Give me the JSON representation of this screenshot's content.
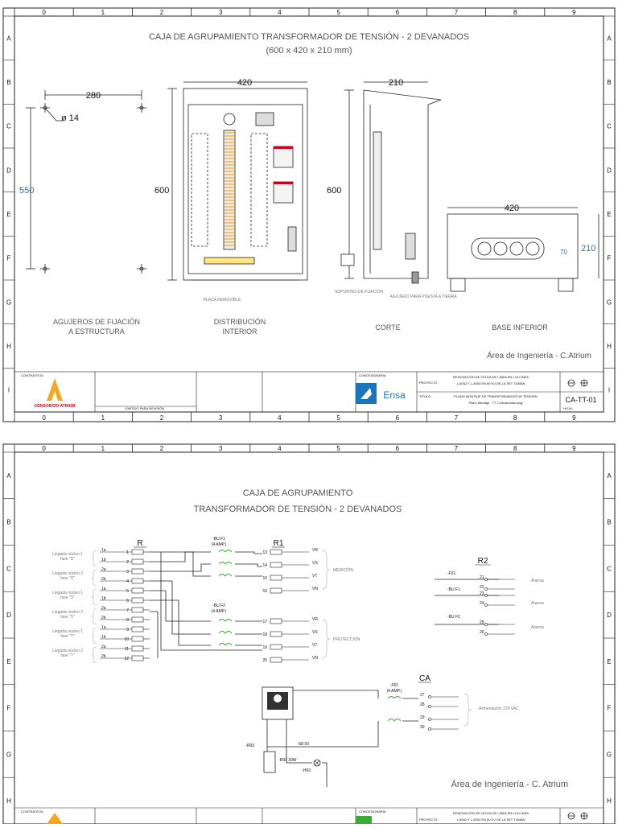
{
  "grid": {
    "columns": [
      "0",
      "1",
      "2",
      "3",
      "4",
      "5",
      "6",
      "7",
      "8",
      "9"
    ],
    "rows": [
      "A",
      "B",
      "C",
      "D",
      "E",
      "F",
      "G",
      "H",
      "I"
    ]
  },
  "sheet1": {
    "title": "CAJA DE AGRUPAMIENTO TRANSFORMADOR DE TENSIÓN - 2 DEVANADOS",
    "subtitle": "(600 x 420 x 210 mm)",
    "views": {
      "holes": {
        "label_line1": "AGUJEROS DE FIJACIÓN",
        "label_line2": "A ESTRUCTURA",
        "dim_width": "280",
        "dim_height": "550",
        "dim_diameter": "ø 14"
      },
      "interior": {
        "label_line1": "DISTRIBUCIÓN",
        "label_line2": "INTERIOR",
        "dim_width": "420",
        "dim_height": "600",
        "plate_label": "PLACA REMOVIBLE"
      },
      "section": {
        "label": "CORTE",
        "dim_width": "210",
        "dim_height": "600",
        "supports_label": "SOPORTES DE FIJACIÓN",
        "ground_label": "AGUJERO PARA PUESTA A TIERRA"
      },
      "base": {
        "label": "BASE INFERIOR",
        "dim_width": "420",
        "dim_height": "210",
        "dim_inner": "70"
      }
    },
    "credit": "Área de Ingeniería - C.Atrium",
    "title_block": {
      "contractor_label": "CONTRATISTA",
      "contractor_name": "CONSORCIO ATRIUM",
      "concessionaire_label": "CONCESIONARIA",
      "concessionaire_name": "Ensa",
      "project_label": "PROYECTO :",
      "project_line1": "RENOVACIÓN DE CELDA DE LÍNEA EN LLA LÍNEA",
      "project_line2": "L-6052 Y L-6053 EN 60 KV DE LA SET TUMÁN",
      "title_label": "TÍTULO :",
      "title_line1": "PLANO MONTAJE DE TRANSFORMADOR DE TENSIÓN",
      "title_line2": "Plano Montaje - TT 2 Devanados.dwg",
      "drawing_number": "CA-TT-01",
      "sheet_label": "HOJA:",
      "revision_note": "EMITIDO PARA REVISIÓN"
    }
  },
  "sheet2": {
    "title_line1": "CAJA DE AGRUPAMIENTO",
    "title_line2": "TRANSFORMADOR DE TENSIÓN - 2 DEVANADOS",
    "strips": {
      "r": "R",
      "r1": "R1",
      "r2": "R2",
      "ca": "CA"
    },
    "breakers": {
      "f1_name": "-BU F1",
      "f1_rating": "(4 AMP.)",
      "f2_name": "-BU F2",
      "f2_rating": "(4 AMP.)",
      "ca_name": "-F51",
      "ca_rating": "(4 AMP.)",
      "r2_f0": "-F51",
      "r2_f1": "-BU F1",
      "r2_f2": "-BU F2"
    },
    "incoming": [
      "Llegada núcleo 1 fase \"S\"",
      "Llegada núcleo 2 fase \"S\"",
      "Llegada núcleo 1 fase \"S\"",
      "Llegada núcleo 2 fase \"S\"",
      "Llegada núcleo 1 fase \"T\"",
      "Llegada núcleo 2 fase \"T\""
    ],
    "incoming_terms": [
      "1a",
      "1b",
      "2a",
      "2b",
      "1a",
      "1b",
      "2a",
      "2b",
      "1a",
      "1b",
      "2a",
      "2b"
    ],
    "r_terms": [
      "1",
      "2",
      "3",
      "4",
      "5",
      "6",
      "7",
      "8",
      "9",
      "10",
      "11",
      "12"
    ],
    "r1_terms": [
      "13",
      "14",
      "15",
      "16",
      "17",
      "18",
      "19",
      "20"
    ],
    "r1_signals": [
      "VR",
      "VS",
      "VT",
      "VN",
      "VR",
      "VS",
      "VT",
      "VN"
    ],
    "group_medicion": "MEDICIÓN",
    "group_proteccion": "PROTECCIÓN",
    "r2_terms": [
      "21",
      "22",
      "23",
      "24",
      "25",
      "26"
    ],
    "alarm_label": "Alarma",
    "ca_terms": [
      "27",
      "28",
      "29",
      "30"
    ],
    "ca_supply": "Alimentación 220 VAC",
    "devices": {
      "heater": "-R93",
      "switch": "-S8 93",
      "lamp": "-H93",
      "resistor": "-R93 30W"
    },
    "credit": "Área de Ingeniería - C. Atrium"
  },
  "colors": {
    "accent": "#f5a623",
    "ensa_blue": "#1b75bb",
    "ensa_green": "#3aa935",
    "breaker_green": "#3aa935",
    "warn_red": "#d0021b"
  }
}
